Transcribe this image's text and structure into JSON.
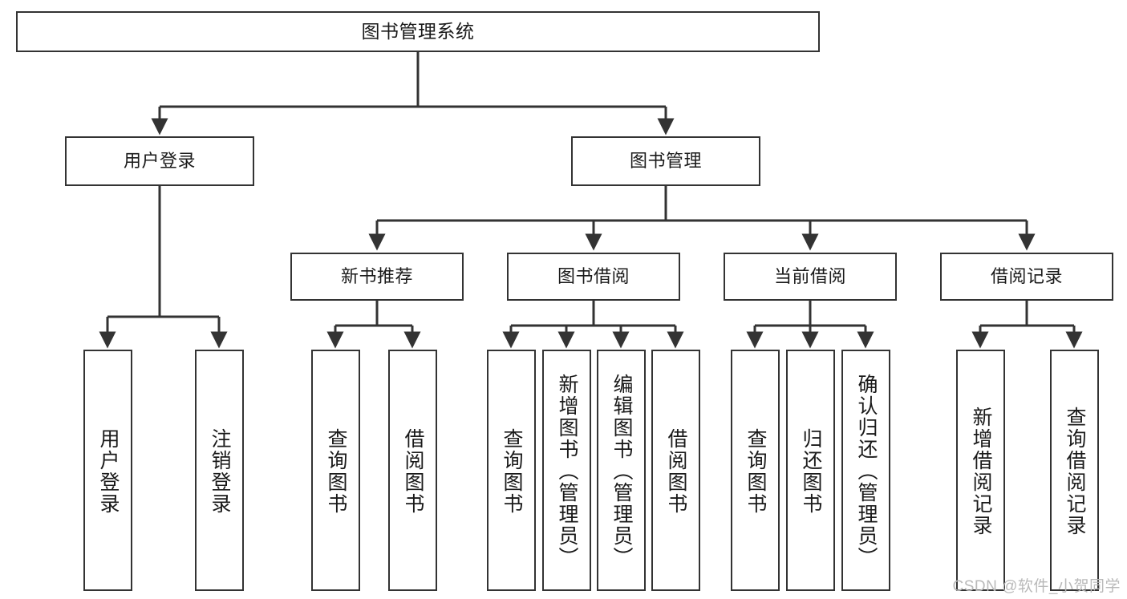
{
  "diagram": {
    "title": "图书管理系统",
    "watermark": "CSDN @软件_小贺同学",
    "line_color": "#333333",
    "box_border_color": "#333333",
    "box_fill": "#ffffff",
    "text_color": "#1a1a1a",
    "watermark_color": "#b9b9b9",
    "level2": [
      {
        "label": "用户登录"
      },
      {
        "label": "图书管理"
      }
    ],
    "level3": [
      {
        "label": "新书推荐"
      },
      {
        "label": "图书借阅"
      },
      {
        "label": "当前借阅"
      },
      {
        "label": "借阅记录"
      }
    ],
    "leaves": [
      {
        "label": "用户登录",
        "parent": "用户登录"
      },
      {
        "label": "注销登录",
        "parent": "用户登录"
      },
      {
        "label": "查询图书",
        "parent": "新书推荐"
      },
      {
        "label": "借阅图书",
        "parent": "新书推荐"
      },
      {
        "label": "查询图书",
        "parent": "图书借阅"
      },
      {
        "label": "新增图书（管理员）",
        "parent": "图书借阅"
      },
      {
        "label": "编辑图书（管理员）",
        "parent": "图书借阅"
      },
      {
        "label": "借阅图书",
        "parent": "图书借阅"
      },
      {
        "label": "查询图书",
        "parent": "当前借阅"
      },
      {
        "label": "归还图书",
        "parent": "当前借阅"
      },
      {
        "label": "确认归还（管理员）",
        "parent": "当前借阅"
      },
      {
        "label": "新增借阅记录",
        "parent": "借阅记录"
      },
      {
        "label": "查询借阅记录",
        "parent": "借阅记录"
      }
    ]
  }
}
